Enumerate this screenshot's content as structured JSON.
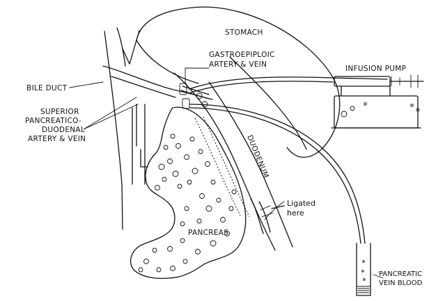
{
  "labels": {
    "stomach": "STOMACH",
    "gastroepiploic": [
      "GASTROEPIPLOIC",
      "ARTERY & VEIN"
    ],
    "infusion_pump": "INFUSION PUMP",
    "bile_duct": "BILE DUCT",
    "superior_pd": [
      "SUPERIOR",
      "PANCREATICO-",
      "DUODENAL",
      "ARTERY & VEIN"
    ],
    "duodenum": "DUODENUM",
    "ligated": [
      "Ligated",
      "here"
    ],
    "pancreas": "PANCREAS",
    "pancreatic_vein": [
      "PANCREATIC",
      "VEIN BLOOD"
    ]
  }
}
